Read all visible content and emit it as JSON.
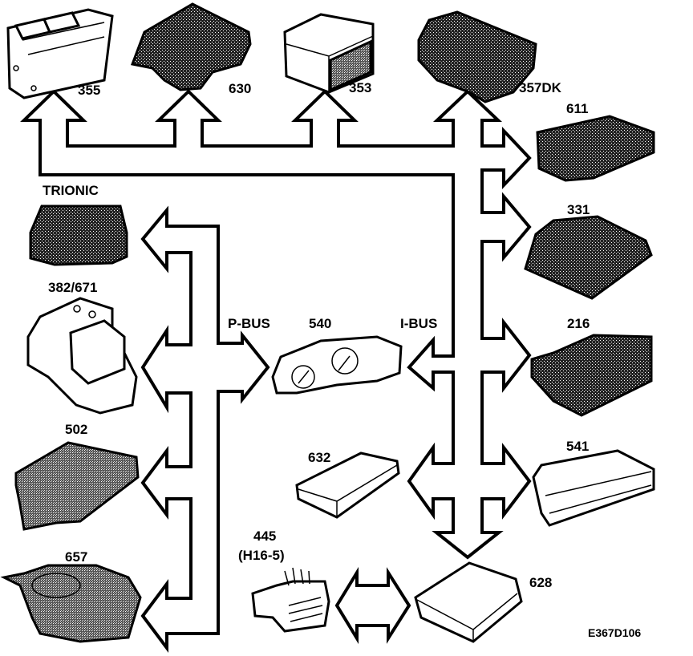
{
  "figure_id": "E367D106",
  "buses": {
    "p_bus": "P-BUS",
    "i_bus": "I-BUS"
  },
  "components": {
    "c355": "355",
    "c630": "630",
    "c353": "353",
    "c357dk": "357DK",
    "c611": "611",
    "c331": "331",
    "c216": "216",
    "c541": "541",
    "c628": "628",
    "c632": "632",
    "c540": "540",
    "trionic": "TRIONIC",
    "c382_671": "382/671",
    "c502": "502",
    "c657": "657",
    "c445": "445",
    "c445_sub": "(H16-5)"
  }
}
